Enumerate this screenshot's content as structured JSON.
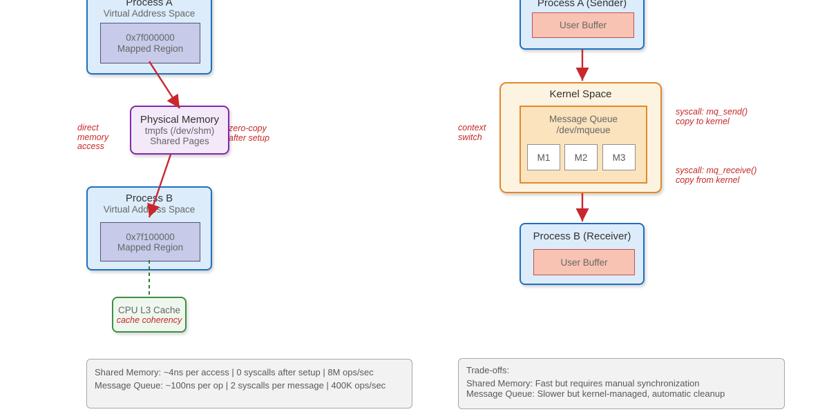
{
  "left": {
    "process_a": {
      "title": "Process A",
      "subtitle": "Virtual Address Space",
      "region_addr": "0x7f000000",
      "region_name": "Mapped Region"
    },
    "physical_memory": {
      "title": "Physical Memory",
      "line1": "tmpfs (/dev/shm)",
      "line2": "Shared Pages"
    },
    "label_direct": "direct\nmemory\naccess",
    "label_zerocopy": "zero-copy\nafter setup",
    "process_b": {
      "title": "Process B",
      "subtitle": "Virtual Address Space",
      "region_addr": "0x7f100000",
      "region_name": "Mapped Region"
    },
    "cpu_cache": {
      "title": "CPU L3 Cache",
      "note": "cache coherency"
    },
    "stats": {
      "line1": "Shared Memory: ~4ns per access | 0 syscalls after setup | 8M ops/sec",
      "line2": "Message Queue: ~100ns per op | 2 syscalls per message | 400K ops/sec"
    }
  },
  "right": {
    "process_a": {
      "title": "Process A (Sender)",
      "buffer": "User Buffer"
    },
    "kernel": {
      "title": "Kernel Space",
      "queue_title": "Message Queue",
      "queue_path": "/dev/mqueue",
      "messages": [
        "M1",
        "M2",
        "M3"
      ]
    },
    "label_context": "context\nswitch",
    "label_send": "syscall: mq_send()\ncopy to kernel",
    "label_receive": "syscall: mq_receive()\ncopy from kernel",
    "process_b": {
      "title": "Process B (Receiver)",
      "buffer": "User Buffer"
    },
    "tradeoffs": {
      "title": "Trade-offs:",
      "line1": "Shared Memory: Fast but requires manual synchronization",
      "line2": "Message Queue: Slower but kernel-managed, automatic cleanup"
    }
  },
  "colors": {
    "process_fill": "#dcecfb",
    "process_border": "#1d6fbf",
    "region_fill": "#c7cbe9",
    "region_border": "#50507a",
    "memory_fill": "#f3e9f9",
    "memory_border": "#8626ad",
    "kernel_fill": "#fdf3e1",
    "kernel_border": "#e0892b",
    "queue_fill": "#fbe3bd",
    "buffer_fill": "#f8c3b3",
    "buffer_border": "#c0504d",
    "cache_fill": "#eef7ee",
    "cache_border": "#3f8f43",
    "note_red": "#c62828",
    "arrow_red": "#c8272d",
    "dashed_green": "#2e7d32",
    "panel_fill": "#f2f2f2",
    "panel_border": "#a6a6a6"
  }
}
